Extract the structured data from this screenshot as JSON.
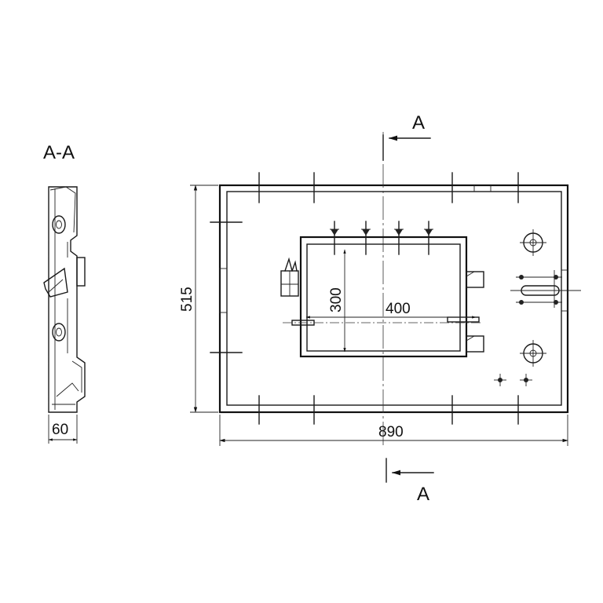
{
  "section_label": "A-A",
  "cut_marker_top": "A",
  "cut_marker_bottom": "A",
  "dimensions": {
    "overall_width": "890",
    "overall_height": "515",
    "section_depth": "60",
    "window_width": "400",
    "window_height": "300"
  }
}
